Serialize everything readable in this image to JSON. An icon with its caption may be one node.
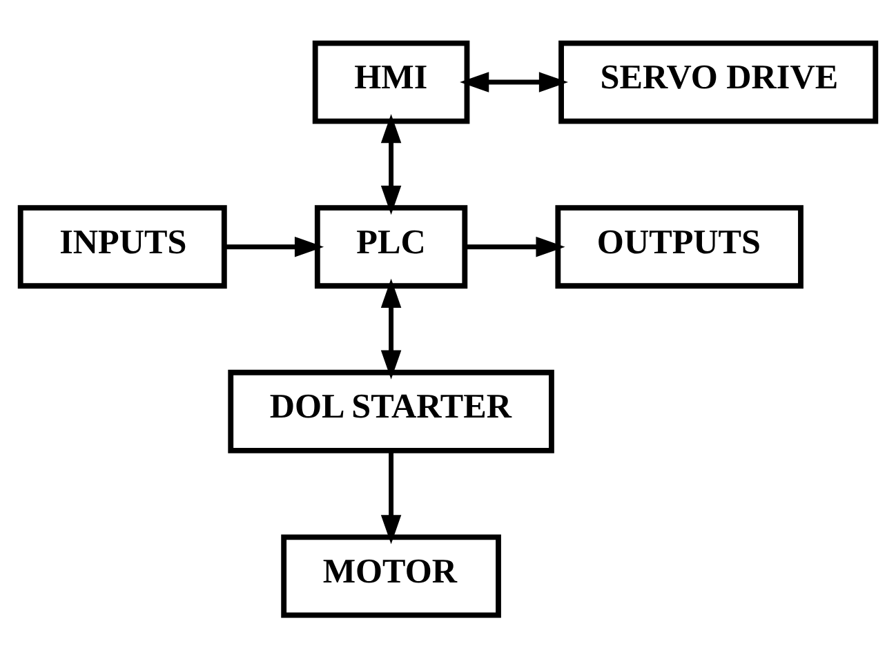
{
  "diagram": {
    "nodes": [
      {
        "text": [
          "HMI"
        ]
      },
      {
        "text": [
          "SERVO DRIVE"
        ]
      },
      {
        "text": [
          "INPUTS"
        ]
      },
      {
        "text": [
          "PLC"
        ]
      },
      {
        "text": [
          "OUTPUTS"
        ]
      },
      {
        "text": [
          "DOL STARTER"
        ]
      },
      {
        "text": [
          "MOTOR"
        ]
      }
    ],
    "edges": [
      {
        "from": 0,
        "to": 1,
        "arrow": "both"
      },
      {
        "from": 0,
        "to": 3,
        "arrow": "both"
      },
      {
        "from": 2,
        "to": 3,
        "arrow": "to"
      },
      {
        "from": 3,
        "to": 4,
        "arrow": "to"
      },
      {
        "from": 3,
        "to": 5,
        "arrow": "both"
      },
      {
        "from": 5,
        "to": 6,
        "arrow": "to"
      }
    ]
  }
}
